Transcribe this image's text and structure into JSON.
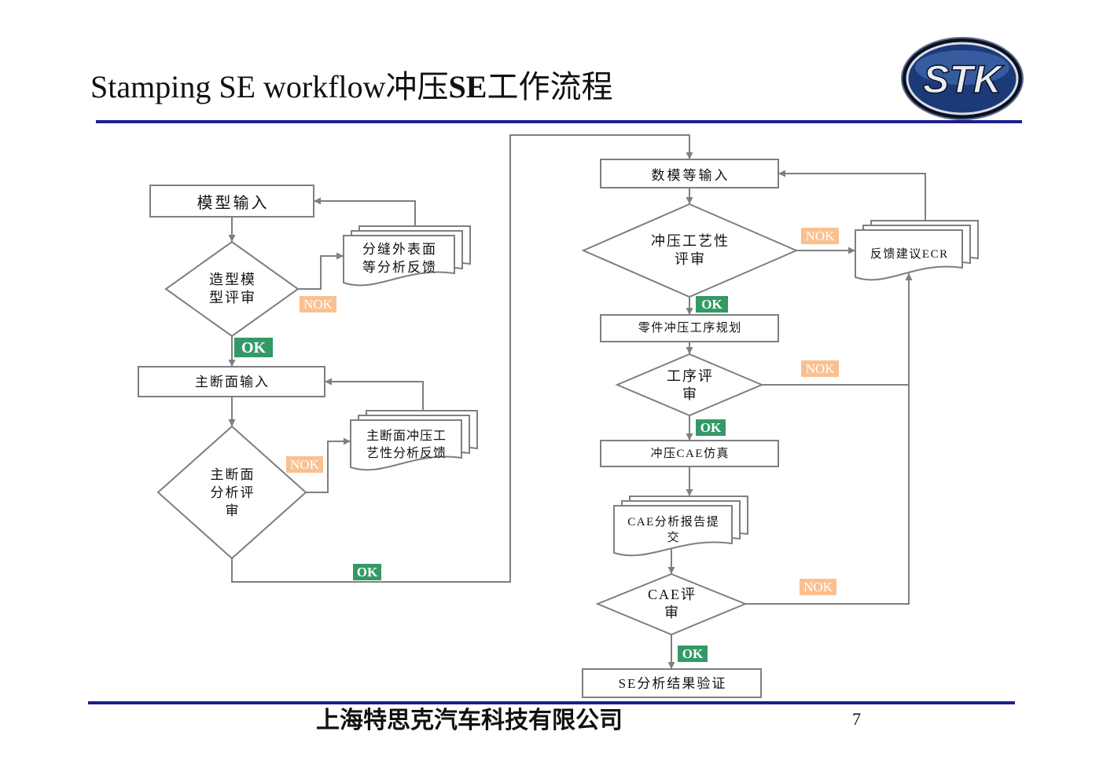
{
  "slide": {
    "title": {
      "english": "Stamping SE workflow",
      "chinese_prefix": "冲压",
      "chinese_bold": "SE",
      "chinese_suffix": "工作流程"
    },
    "logo_text": "STK",
    "footer": {
      "company": "上海特思克汽车科技有限公司",
      "page_number": "7"
    },
    "colors": {
      "rule": "#1c1f8a",
      "stroke": "#7f7f7f",
      "ok": "#339966",
      "nok": "#fac090"
    }
  },
  "flowchart": {
    "nodes": {
      "model_input": "模型输入",
      "styling_model_review": "造型模\n型评审",
      "surface_gap_feedback": "分缝外表面\n等分析反馈",
      "main_section_input": "主断面输入",
      "main_section_review": "主断面\n分析评\n审",
      "section_formability_feedback": "主断面冲压工\n艺性分析反馈",
      "data_model_input": "数模等输入",
      "formability_review": "冲压工艺性\n评审",
      "ecr_feedback": "反馈建议ECR",
      "process_planning": "零件冲压工序规划",
      "process_review": "工序评\n审",
      "cae_simulation": "冲压CAE仿真",
      "cae_report": "CAE分析报告提\n交",
      "cae_review": "CAE评\n审",
      "se_verification": "SE分析结果验证"
    },
    "edge_labels": {
      "styling_model_review_nok": "NOK",
      "styling_model_review_ok": "OK",
      "main_section_review_nok": "NOK",
      "main_section_review_ok": "OK",
      "formability_review_nok": "NOK",
      "formability_review_ok": "OK",
      "process_review_nok": "NOK",
      "process_review_ok": "OK",
      "cae_review_nok": "NOK",
      "cae_review_ok": "OK"
    }
  }
}
